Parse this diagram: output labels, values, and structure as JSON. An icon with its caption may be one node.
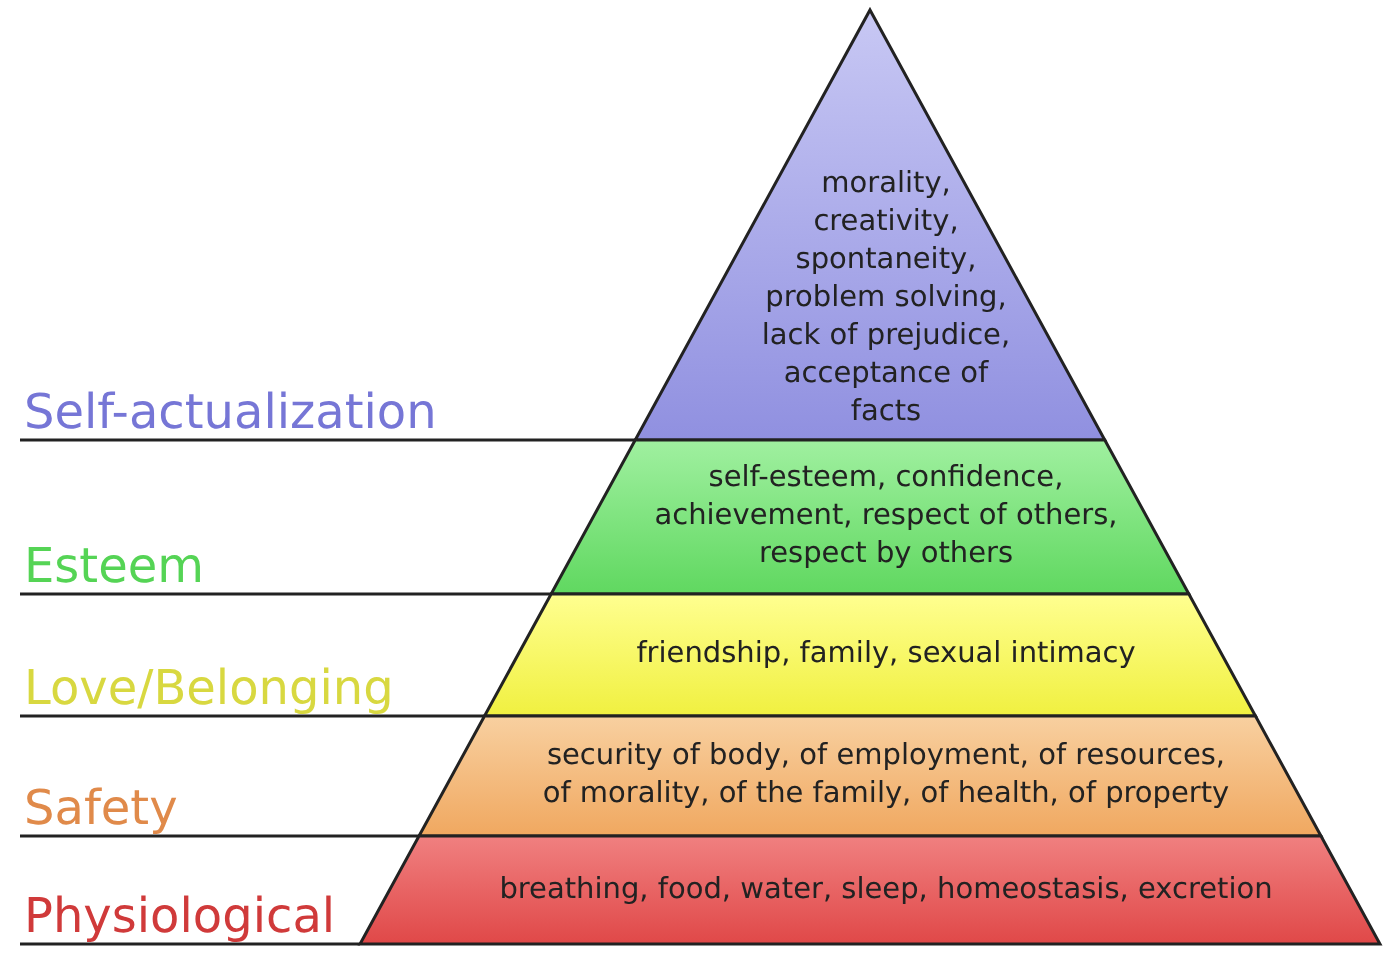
{
  "diagram": {
    "nodes": [
      {
        "text": [
          "Self-actualization",
          "morality, creativity, spontaneity, problem solving, lack of prejudice, acceptance of facts"
        ]
      },
      {
        "text": [
          "Esteem",
          "self-esteem, confidence, achievement, respect of others, respect by others"
        ]
      },
      {
        "text": [
          "Love/Belonging",
          "friendship, family, sexual intimacy"
        ]
      },
      {
        "text": [
          "Safety",
          "security of body, of employment, of resources, of morality, of the family, of health, of property"
        ]
      },
      {
        "text": [
          "Physiological",
          "breathing, food, water, sleep, homeostasis, excretion"
        ]
      }
    ],
    "edges": []
  }
}
